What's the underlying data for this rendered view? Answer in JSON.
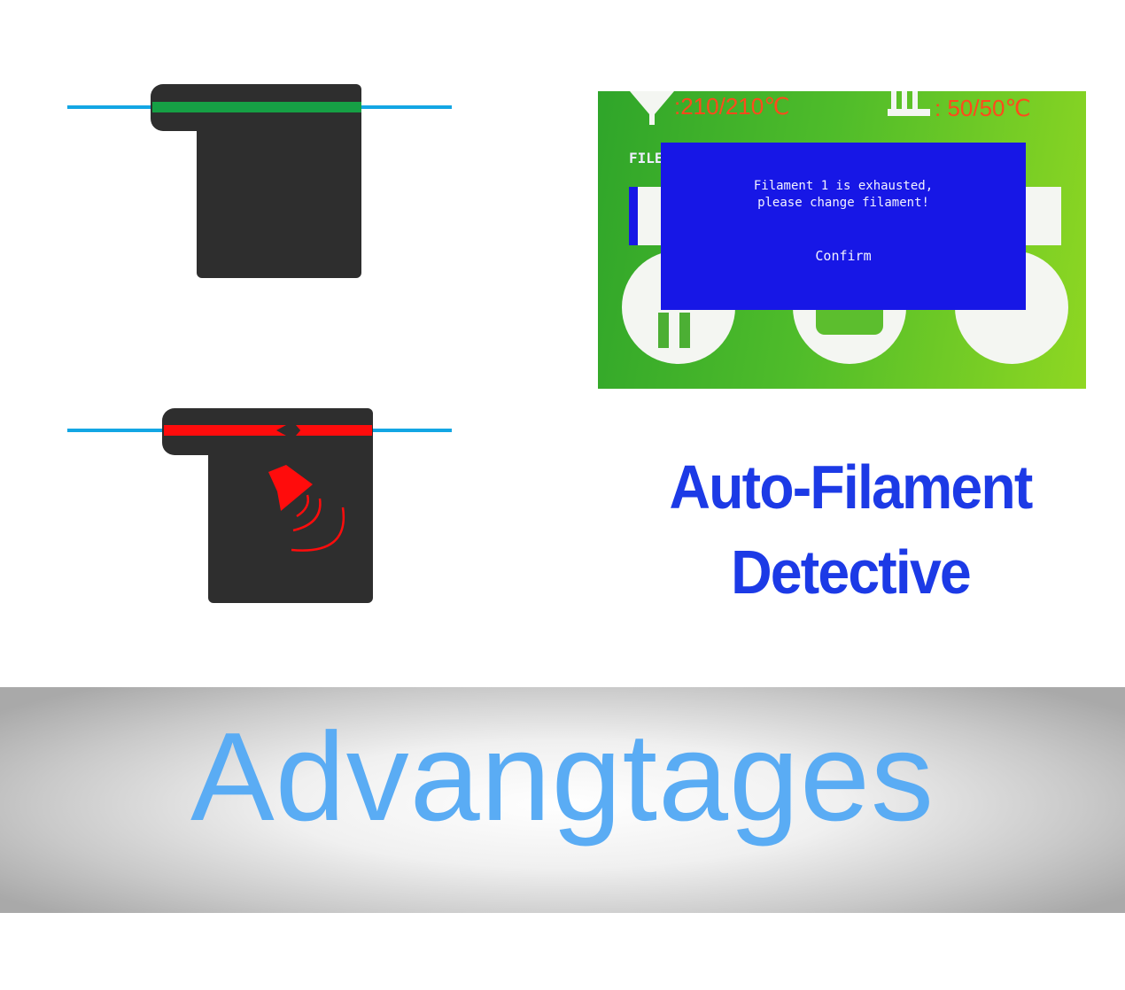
{
  "sensor_normal": {
    "state": "filament-present",
    "band_color": "#16a045"
  },
  "sensor_alarm": {
    "state": "filament-broken",
    "band_color": "#ff0c0c",
    "icon": "speaker-alarm-icon"
  },
  "screen": {
    "nozzle_temp": ":210/210℃",
    "bed_temp": ": 50/50℃",
    "file_label": "FILE",
    "dialog": {
      "message": "Filament 1 is exhausted,\nplease change filament!",
      "confirm_label": "Confirm"
    }
  },
  "feature_title": {
    "line1": "Auto-Filament",
    "line2": "Detective"
  },
  "banner": {
    "text": "Advangtages"
  },
  "colors": {
    "title": "#1c3ae6",
    "banner_text": "#5aacf4",
    "filament_line": "#13a6e4"
  }
}
